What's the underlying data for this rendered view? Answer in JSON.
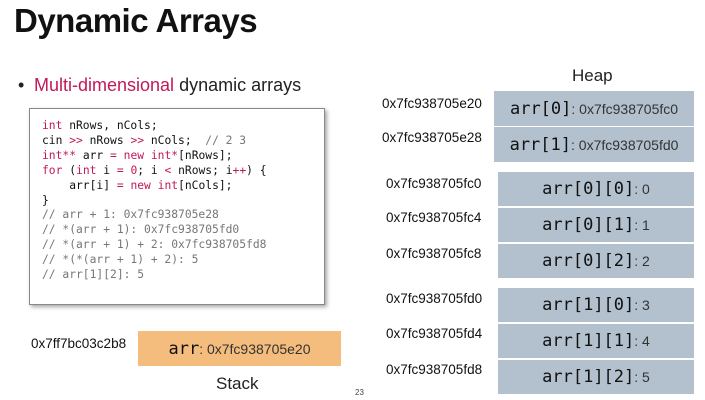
{
  "title": "Dynamic Arrays",
  "bullet": {
    "symbol": "•",
    "highlight": "Multi-dimensional",
    "rest": " dynamic arrays"
  },
  "code": [
    [
      {
        "t": "int",
        "c": "kw"
      },
      {
        "t": " nRows, nCols;"
      }
    ],
    [
      {
        "t": "cin "
      },
      {
        "t": ">>",
        "c": "kw"
      },
      {
        "t": " nRows "
      },
      {
        "t": ">>",
        "c": "kw"
      },
      {
        "t": " nCols;  "
      },
      {
        "t": "// 2 3",
        "c": "cm"
      }
    ],
    [
      {
        "t": "int**",
        "c": "kw"
      },
      {
        "t": " arr "
      },
      {
        "t": "=",
        "c": "kw"
      },
      {
        "t": " "
      },
      {
        "t": "new",
        "c": "kw"
      },
      {
        "t": " "
      },
      {
        "t": "int*",
        "c": "kw"
      },
      {
        "t": "[nRows];"
      }
    ],
    [
      {
        "t": "for",
        "c": "kw"
      },
      {
        "t": " ("
      },
      {
        "t": "int",
        "c": "kw"
      },
      {
        "t": " i "
      },
      {
        "t": "=",
        "c": "kw"
      },
      {
        "t": " "
      },
      {
        "t": "0",
        "c": "kw"
      },
      {
        "t": "; i "
      },
      {
        "t": "<",
        "c": "kw"
      },
      {
        "t": " nRows; i"
      },
      {
        "t": "++",
        "c": "kw"
      },
      {
        "t": ") {"
      }
    ],
    [
      {
        "t": "    arr[i] "
      },
      {
        "t": "=",
        "c": "kw"
      },
      {
        "t": " "
      },
      {
        "t": "new",
        "c": "kw"
      },
      {
        "t": " "
      },
      {
        "t": "int",
        "c": "kw"
      },
      {
        "t": "[nCols];"
      }
    ],
    [
      {
        "t": "}"
      }
    ],
    [
      {
        "t": "// arr + 1: 0x7fc938705e28",
        "c": "cm"
      }
    ],
    [
      {
        "t": "// *(arr + 1): 0x7fc938705fd0",
        "c": "cm"
      }
    ],
    [
      {
        "t": "// *(arr + 1) + 2: 0x7fc938705fd8",
        "c": "cm"
      }
    ],
    [
      {
        "t": "// *(*(arr + 1) + 2): 5",
        "c": "cm"
      }
    ],
    [
      {
        "t": "// arr[1][2]: 5",
        "c": "cm"
      }
    ]
  ],
  "heap": {
    "title": "Heap",
    "pointer_cells": [
      {
        "address": "0x7fc938705e20",
        "name": "arr[0]",
        "value": ": 0x7fc938705fc0"
      },
      {
        "address": "0x7fc938705e28",
        "name": "arr[1]",
        "value": ": 0x7fc938705fd0"
      }
    ],
    "value_cells": [
      {
        "address": "0x7fc938705fc0",
        "name": "arr[0][0]",
        "value": ": 0"
      },
      {
        "address": "0x7fc938705fc4",
        "name": "arr[0][1]",
        "value": ": 1"
      },
      {
        "address": "0x7fc938705fc8",
        "name": "arr[0][2]",
        "value": ": 2"
      },
      {
        "address": "0x7fc938705fd0",
        "name": "arr[1][0]",
        "value": ": 3"
      },
      {
        "address": "0x7fc938705fd4",
        "name": "arr[1][1]",
        "value": ": 4"
      },
      {
        "address": "0x7fc938705fd8",
        "name": "arr[1][2]",
        "value": ": 5"
      }
    ]
  },
  "stack": {
    "title": "Stack",
    "address": "0x7ff7bc03c2b8",
    "name": "arr",
    "value": ": 0x7fc938705e20"
  },
  "page_number": "23",
  "colors": {
    "accent": "#c2185b",
    "heap_cell": "#b3c0cd",
    "stack_cell": "#f4bd7d"
  }
}
